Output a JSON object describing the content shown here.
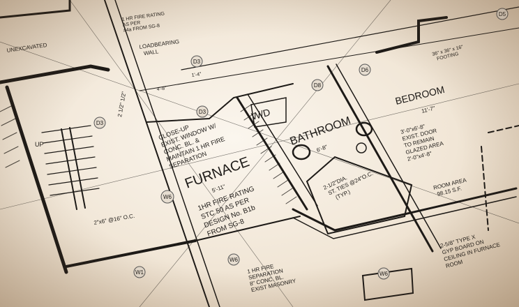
{
  "labels": {
    "unexcavated": "UNEXCAVATED",
    "loadbearing": [
      "LOADBEARING",
      "WALL"
    ],
    "fire_top": [
      "1 HR FIRE RATING",
      "AS PER",
      "#4a FROM SG-8"
    ],
    "closeup": [
      "CLOSE-UP",
      "EXIST. WINDOW W/",
      "CONC. BL. &",
      "MAINTAIN 1 HR FIRE",
      "SEPARATION"
    ],
    "furnace": "FURNACE",
    "furnace_dim": "5'-11\"",
    "fire_rating": [
      "1HR FIRE RATING",
      "STC 50 AS PER",
      "DESIGN No. B1b",
      "FROM SG-8"
    ],
    "wd": "W/D",
    "bathroom": "BATHROOM",
    "bathroom_dim": "6'-8\"",
    "bedroom": "BEDROOM",
    "bedroom_dim": "11'-7\"",
    "footing": [
      "36\" x 36\" x 16\"",
      "FOOTING"
    ],
    "door_note": [
      "3'-0\"x6'-8\"",
      "EXIST. DOOR",
      "TO REMAIN",
      "GLAZED AREA",
      "2'-0\"x4'-8\""
    ],
    "room_area": [
      "ROOM AREA",
      "98.15 S.F."
    ],
    "studs": [
      "2-1/2\"DIA.",
      "ST. TIES @24\"O.C.",
      "(TYP.)"
    ],
    "fire_sep": [
      "1 HR FIRE",
      "SEPARATION",
      "8\" CONC. BL.",
      "EXIST MASONRY"
    ],
    "gyp_note": [
      "2-5/8\" TYPE X",
      "GYP BOARD ON",
      "CEILING IN FURNACE",
      "ROOM"
    ],
    "stair_up": "UP",
    "oc_note": "2\"x6\" @16\" O.C.",
    "dims": [
      "1'-4\"",
      "4'-8\"",
      "2 1/2\" 1/2\""
    ],
    "tags": [
      "D3",
      "D3",
      "D3",
      "D6",
      "D8",
      "W6",
      "W6",
      "W1",
      "W6",
      "D5"
    ]
  }
}
